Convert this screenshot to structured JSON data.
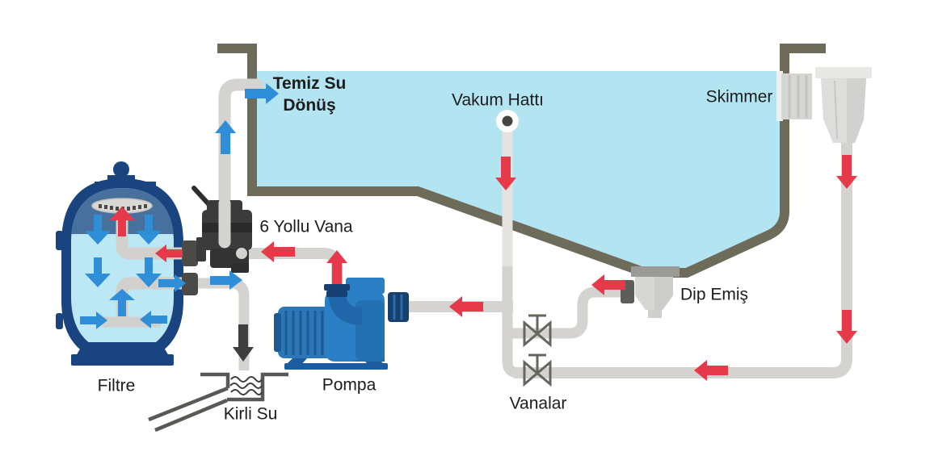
{
  "diagram": {
    "type": "pool-filtration-schematic",
    "labels": {
      "clean_water_return_line1": "Temiz Su",
      "clean_water_return_line2": "Dönüş",
      "vacuum_line": "Vakum Hattı",
      "skimmer": "Skimmer",
      "six_way_valve": "6 Yollu Vana",
      "main_drain": "Dip Emiş",
      "filter": "Filtre",
      "pump": "Pompa",
      "dirty_water": "Kirli Su",
      "valves": "Vanalar"
    },
    "colors": {
      "pool_water": "#b3e4f2",
      "pool_wall": "#6e6b5a",
      "pipe": "#d5d3cf",
      "suction_flow_arrow_red": "#e6394a",
      "clean_flow_arrow_blue": "#2e8fd8",
      "waste_flow_arrow_dark": "#3f3f3f",
      "filter_tank_navy": "#1a4480",
      "filter_top_band": "#47709c",
      "filter_water": "#bce8f5",
      "pump_body_blue": "#2b7fc4",
      "valve_body_charcoal": "#3b3b3b",
      "equipment_gray": "#d8d6d2"
    }
  }
}
